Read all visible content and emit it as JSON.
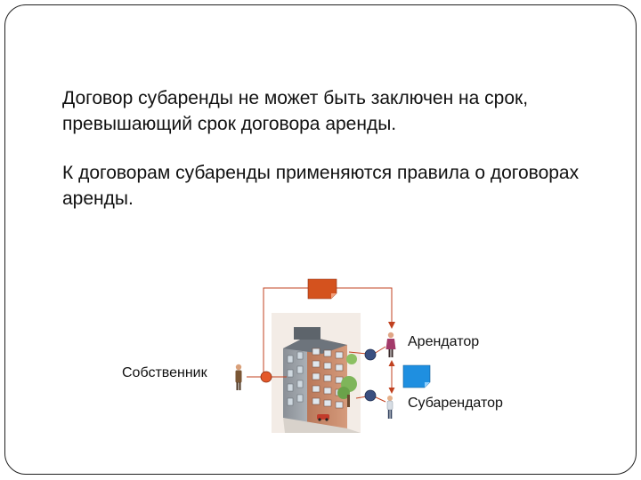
{
  "slide": {
    "paragraph_1": "Договор субаренды не может быть заключен на срок, превышающий срок договора аренды.",
    "paragraph_2": "К договорам субаренды применяются правила о договорах аренды."
  },
  "diagram": {
    "labels": {
      "owner": "Собственник",
      "tenant": "Арендатор",
      "subtenant": "Субарендатор"
    },
    "colors": {
      "line": "#c0401f",
      "contract_doc": "#d4521e",
      "sublease_doc": "#1f8fe0",
      "node": "#3a4f80"
    },
    "icons": {
      "building": "building-icon",
      "contract": "document-icon",
      "sublease": "document-icon"
    }
  }
}
